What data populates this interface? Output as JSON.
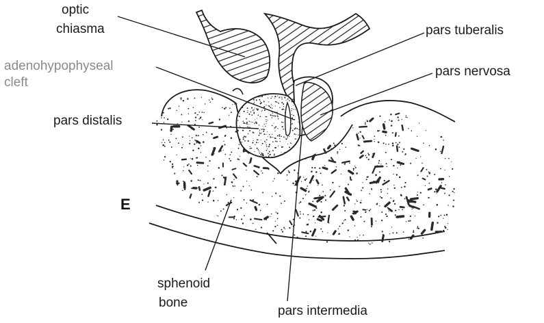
{
  "panel_letter": "E",
  "labels": {
    "optic_chiasma_line1": "optic",
    "optic_chiasma_line2": "chiasma",
    "adeno_line1": "adenohypophyseal",
    "adeno_line2": "cleft",
    "pars_distalis": "pars distalis",
    "pars_tuberalis": "pars tuberalis",
    "pars_nervosa": "pars nervosa",
    "sphenoid_line1": "sphenoid",
    "sphenoid_line2": "bone",
    "pars_intermedia": "pars intermedia"
  },
  "colors": {
    "ink": "#1a1a1a",
    "faded_label": "#8a8a8a",
    "stipple": "#2a2a2a",
    "background": "#ffffff"
  }
}
